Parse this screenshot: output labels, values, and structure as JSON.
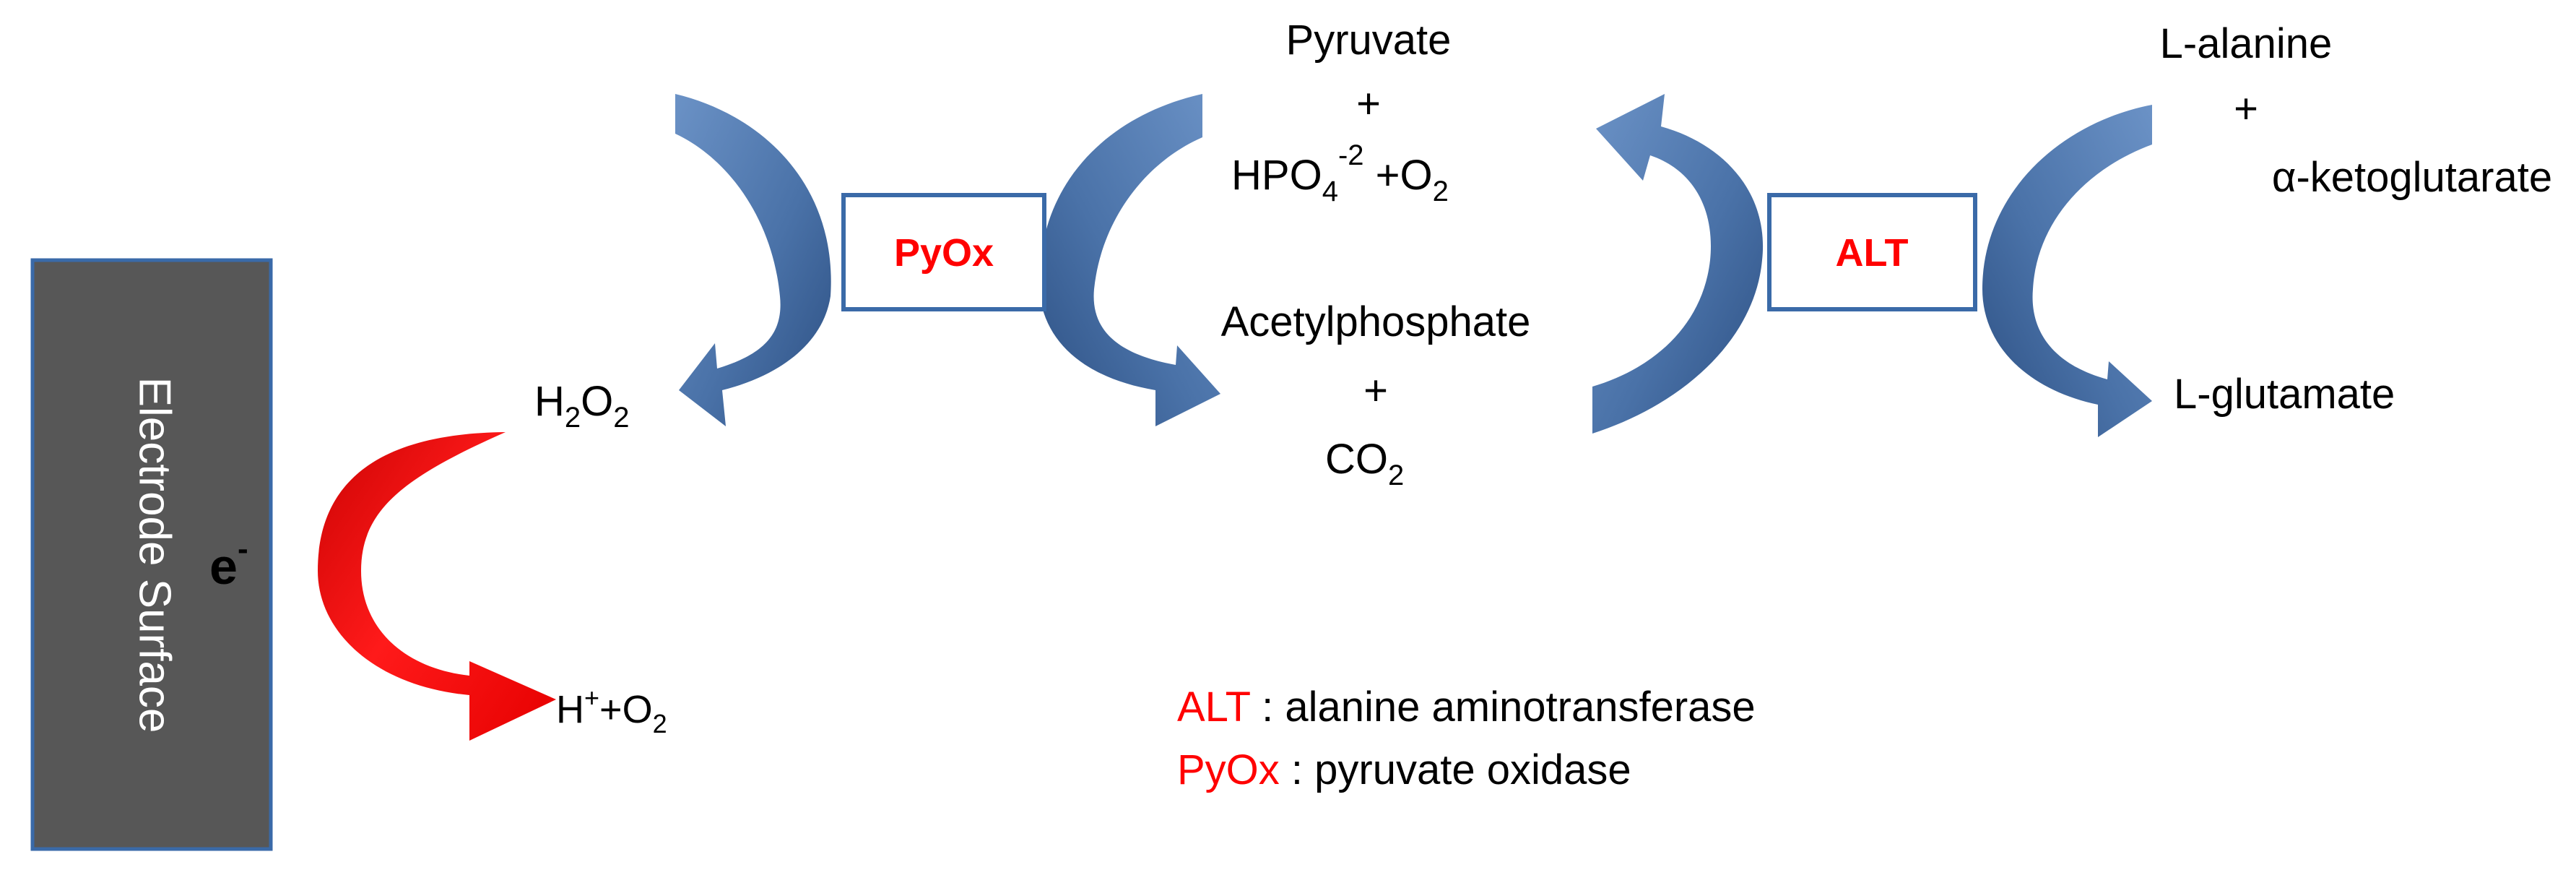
{
  "electrode": {
    "label": "Electrode Surface",
    "color": "#575757",
    "border": "#3a6aa8"
  },
  "electron": {
    "base": "e",
    "sup": "-"
  },
  "enzymes": {
    "pyox": {
      "label": "PyOx",
      "color": "#ff0000"
    },
    "alt": {
      "label": "ALT",
      "color": "#ff0000"
    }
  },
  "species": {
    "pyruvate": {
      "line1": "Pyruvate",
      "line2": "+",
      "line3_a": "HPO",
      "line3_sub4": "4",
      "line3_sup": "-2",
      "line3_b": " +O",
      "line3_sub2": "2"
    },
    "acetylphosphate": {
      "line1": "Acetylphosphate",
      "line2": "+",
      "line3_a": "CO",
      "line3_sub": "2"
    },
    "alanine": {
      "line1": "L-alanine",
      "line2": "+",
      "line3": "α-ketoglutarate"
    },
    "glutamate": {
      "label": "L-glutamate"
    },
    "h2o2": {
      "a": "H",
      "sub1": "2",
      "b": "O",
      "sub2": "2"
    },
    "products": {
      "a": "H",
      "sup": "+",
      "b": "+O",
      "sub": "2"
    }
  },
  "legend": [
    {
      "abbr": "ALT",
      "text": " : alanine aminotransferase"
    },
    {
      "abbr": "PyOx",
      "text": " : pyruvate oxidase"
    }
  ],
  "colors": {
    "arrow_blue": "#4a72a8",
    "arrow_blue_dark": "#2c4f82",
    "arrow_red": "#e60000",
    "text": "#000000",
    "accent": "#ff0000"
  }
}
